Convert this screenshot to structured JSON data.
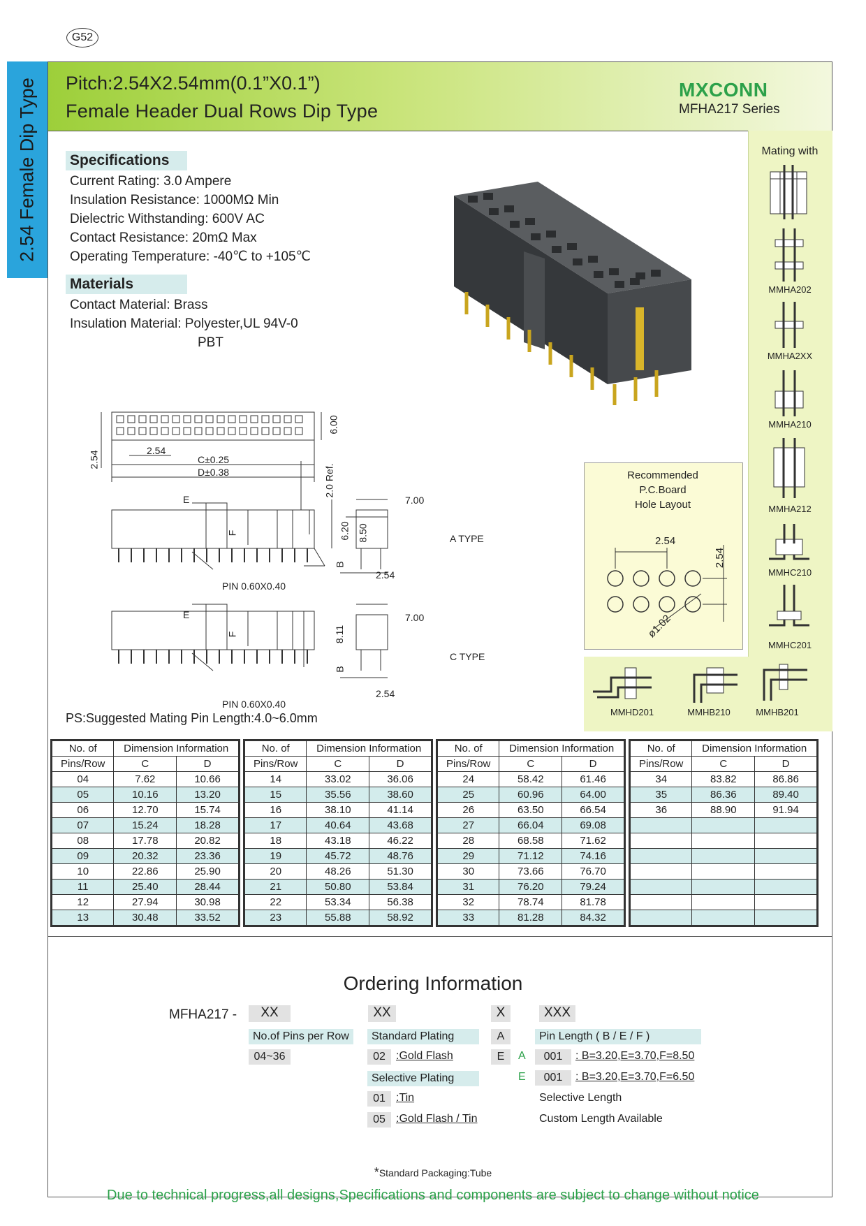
{
  "page_code": "G52",
  "side_tab": "2.54 Female Dip Type",
  "header": {
    "title_line1": "Pitch:2.54X2.54mm(0.1”X0.1”)",
    "title_line2": "Female Header Dual Rows Dip Type",
    "brand": "MXCONN",
    "series": "MFHA217 Series"
  },
  "specifications": {
    "heading": "Specifications",
    "items": [
      "Current Rating: 3.0 Ampere",
      "Insulation Resistance: 1000MΩ Min",
      "Dielectric Withstanding: 600V AC",
      "Contact  Resistance: 20mΩ Max",
      "Operating Temperature: -40℃ to +105℃"
    ]
  },
  "materials": {
    "heading": "Materials",
    "items": [
      "Contact Material: Brass",
      "Insulation Material: Polyester,UL 94V-0",
      "PBT"
    ]
  },
  "mating": {
    "title": "Mating with",
    "parts": [
      "MMHA202",
      "MMHA2XX",
      "MMHA210",
      "MMHA212",
      "MMHC210",
      "MMHC201"
    ],
    "bottom_parts": [
      "MMHD201",
      "MMHB210",
      "MMHB201"
    ]
  },
  "pcb_layout": {
    "title_lines": [
      "Recommended",
      "P.C.Board",
      "Hole  Layout"
    ],
    "pitch_h": "2.54",
    "pitch_v": "2.54",
    "hole": "ø1.02"
  },
  "drawing": {
    "dim_254_side": "2.54",
    "dim_254_pitch": "2.54",
    "dim_c": "C±0.25",
    "dim_d": "D±0.38",
    "dim_600": "6.00",
    "dim_20ref": "2.0 Ref.",
    "dim_e": "E",
    "dim_f": "F",
    "dim_b": "B",
    "dim_620": "6.20",
    "dim_850": "8.50",
    "dim_811": "8.11",
    "dim_700a": "7.00",
    "dim_700c": "7.00",
    "dim_254a": "2.54",
    "dim_254c": "2.54",
    "pin_a": "PIN  0.60X0.40",
    "pin_c": "PIN  0.60X0.40",
    "type_a": "A  TYPE",
    "type_c": "C  TYPE"
  },
  "ps_note": "PS:Suggested Mating Pin Length:4.0~6.0mm",
  "dimension_tables": {
    "header_pins": [
      "No. of",
      "Pins/Row"
    ],
    "header_info": "Dimension Information",
    "col_c": "C",
    "col_d": "D",
    "groups": [
      [
        [
          "04",
          "7.62",
          "10.66"
        ],
        [
          "05",
          "10.16",
          "13.20"
        ],
        [
          "06",
          "12.70",
          "15.74"
        ],
        [
          "07",
          "15.24",
          "18.28"
        ],
        [
          "08",
          "17.78",
          "20.82"
        ],
        [
          "09",
          "20.32",
          "23.36"
        ],
        [
          "10",
          "22.86",
          "25.90"
        ],
        [
          "11",
          "25.40",
          "28.44"
        ],
        [
          "12",
          "27.94",
          "30.98"
        ],
        [
          "13",
          "30.48",
          "33.52"
        ]
      ],
      [
        [
          "14",
          "33.02",
          "36.06"
        ],
        [
          "15",
          "35.56",
          "38.60"
        ],
        [
          "16",
          "38.10",
          "41.14"
        ],
        [
          "17",
          "40.64",
          "43.68"
        ],
        [
          "18",
          "43.18",
          "46.22"
        ],
        [
          "19",
          "45.72",
          "48.76"
        ],
        [
          "20",
          "48.26",
          "51.30"
        ],
        [
          "21",
          "50.80",
          "53.84"
        ],
        [
          "22",
          "53.34",
          "56.38"
        ],
        [
          "23",
          "55.88",
          "58.92"
        ]
      ],
      [
        [
          "24",
          "58.42",
          "61.46"
        ],
        [
          "25",
          "60.96",
          "64.00"
        ],
        [
          "26",
          "63.50",
          "66.54"
        ],
        [
          "27",
          "66.04",
          "69.08"
        ],
        [
          "28",
          "68.58",
          "71.62"
        ],
        [
          "29",
          "71.12",
          "74.16"
        ],
        [
          "30",
          "73.66",
          "76.70"
        ],
        [
          "31",
          "76.20",
          "79.24"
        ],
        [
          "32",
          "78.74",
          "81.78"
        ],
        [
          "33",
          "81.28",
          "84.32"
        ]
      ],
      [
        [
          "34",
          "83.82",
          "86.86"
        ],
        [
          "35",
          "86.36",
          "89.40"
        ],
        [
          "36",
          "88.90",
          "91.94"
        ],
        [
          "",
          "",
          ""
        ],
        [
          "",
          "",
          ""
        ],
        [
          "",
          "",
          ""
        ],
        [
          "",
          "",
          ""
        ],
        [
          "",
          "",
          ""
        ],
        [
          "",
          "",
          ""
        ],
        [
          "",
          "",
          ""
        ]
      ]
    ]
  },
  "ordering": {
    "title": "Ordering Information",
    "part_prefix": "MFHA217  -",
    "code1": "XX",
    "code2": "XX",
    "code3": "X",
    "code4": "XXX",
    "pins_label": "No.of Pins per Row",
    "pins_range": "04~36",
    "std_plating": "Standard Plating",
    "std_code": "02",
    "std_desc": ":Gold Flash",
    "sel_plating": "Selective Plating",
    "sel1_code": "01",
    "sel1_desc": ":Tin",
    "sel2_code": "05",
    "sel2_desc": ":Gold Flash / Tin",
    "type_a": "A",
    "type_e": "E",
    "mark_a": "A",
    "mark_e": "E",
    "pin_length": "Pin  Length ( B / E / F )",
    "len1_code": "001",
    "len1_desc": ": B=3.20,E=3.70,F=8.50",
    "len2_code": "001",
    "len2_desc": ": B=3.20,E=3.70,F=6.50",
    "sel_length": "Selective Length",
    "custom_length": "Custom Length Available",
    "packaging_mark": "*",
    "packaging": "Standard Packaging:Tube"
  },
  "footer": "Due to technical progress,all designs,Specifications and components are subject to change without notice"
}
